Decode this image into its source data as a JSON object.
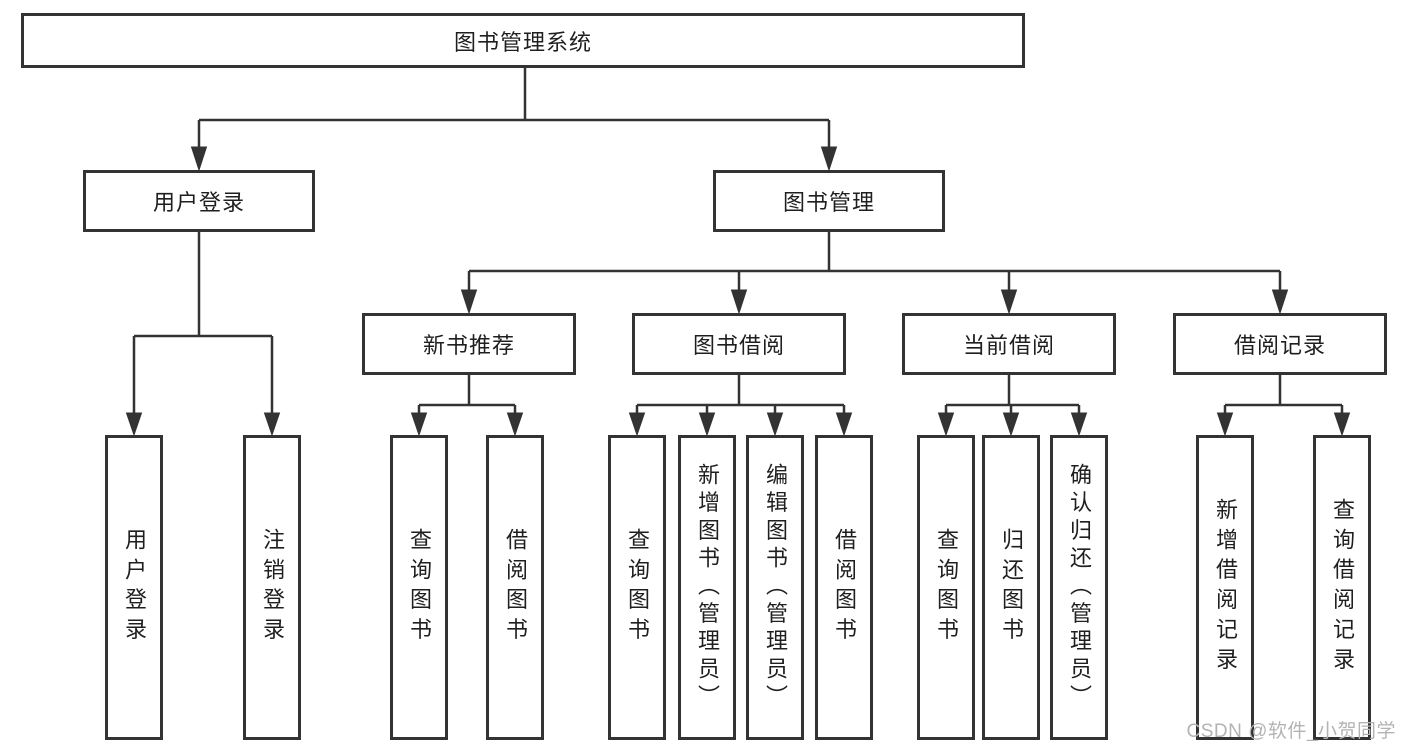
{
  "diagram": {
    "title": "图书管理系统",
    "children": [
      {
        "label": "用户登录",
        "children": [
          {
            "label": "用户登录"
          },
          {
            "label": "注销登录"
          }
        ]
      },
      {
        "label": "图书管理",
        "children": [
          {
            "label": "新书推荐",
            "children": [
              {
                "label": "查询图书"
              },
              {
                "label": "借阅图书"
              }
            ]
          },
          {
            "label": "图书借阅",
            "children": [
              {
                "label": "查询图书"
              },
              {
                "label": "新增图书（管理员）"
              },
              {
                "label": "编辑图书（管理员）"
              },
              {
                "label": "借阅图书"
              }
            ]
          },
          {
            "label": "当前借阅",
            "children": [
              {
                "label": "查询图书"
              },
              {
                "label": "归还图书"
              },
              {
                "label": "确认归还（管理员）"
              }
            ]
          },
          {
            "label": "借阅记录",
            "children": [
              {
                "label": "新增借阅记录"
              },
              {
                "label": "查询借阅记录"
              }
            ]
          }
        ]
      }
    ]
  },
  "watermark": {
    "text": "CSDN @软件_小贺同学"
  },
  "colors": {
    "line": "#333333",
    "text": "#1f1f1f",
    "box_bg": "#ffffff",
    "watermark": "#b3b3b3"
  }
}
